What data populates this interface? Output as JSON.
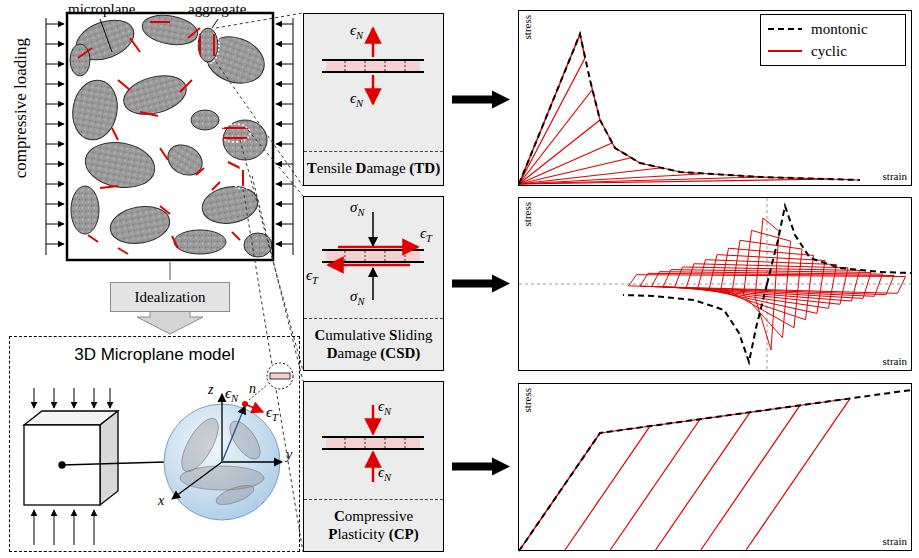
{
  "diagram": {
    "nodes": [
      {
        "text": [
          "Idealization"
        ]
      },
      {
        "text": [
          "3D Microplane model"
        ]
      },
      {
        "text": [
          "Tensile Damage (TD)"
        ]
      },
      {
        "text": [
          "Cumulative Sliding Damage (CSD)"
        ]
      },
      {
        "text": [
          "Compressive Plasticity (CP)"
        ]
      },
      {
        "text": [
          "stress",
          "strain"
        ]
      },
      {
        "text": [
          "stress",
          "strain"
        ]
      },
      {
        "text": [
          "stress",
          "strain"
        ]
      }
    ],
    "edges": [
      {
        "from": 2,
        "to": 5,
        "arrow": "to"
      },
      {
        "from": 3,
        "to": 6,
        "arrow": "to"
      },
      {
        "from": 4,
        "to": 7,
        "arrow": "to"
      }
    ],
    "labels": [
      "microplane",
      "aggregate",
      "compressive loading",
      "ϵN",
      "ϵN",
      "σN",
      "ϵT",
      "ϵT",
      "σN",
      "ϵN",
      "ϵN",
      "z",
      "n",
      "ϵN",
      "ϵT",
      "y",
      "x"
    ],
    "legend": [
      {
        "text": "montonic"
      },
      {
        "text": "cyclic"
      }
    ]
  }
}
